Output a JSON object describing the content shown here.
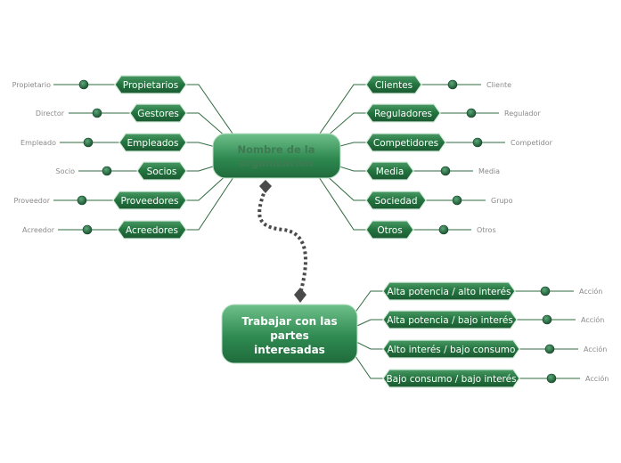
{
  "central_topic": {
    "line1": "Nombre de la",
    "line2": "organización"
  },
  "second_topic": {
    "line1": "Trabajar con las",
    "line2": "partes",
    "line3": "interesadas"
  },
  "left_branches": [
    {
      "label": "Propietarios",
      "leaf": "Propietario"
    },
    {
      "label": "Gestores",
      "leaf": "Director"
    },
    {
      "label": "Empleados",
      "leaf": "Empleado"
    },
    {
      "label": "Socios",
      "leaf": "Socio"
    },
    {
      "label": "Proveedores",
      "leaf": "Proveedor"
    },
    {
      "label": "Acreedores",
      "leaf": "Acreedor"
    }
  ],
  "right_branches": [
    {
      "label": "Clientes",
      "leaf": "Cliente"
    },
    {
      "label": "Reguladores",
      "leaf": "Regulador"
    },
    {
      "label": "Competidores",
      "leaf": "Competidor"
    },
    {
      "label": "Media",
      "leaf": "Media"
    },
    {
      "label": "Sociedad",
      "leaf": "Grupo"
    },
    {
      "label": "Otros",
      "leaf": "Otros"
    }
  ],
  "second_branches": [
    {
      "label": "Alta potencia / alto interés",
      "leaf": "Acción"
    },
    {
      "label": "Alta potencia / bajo interés",
      "leaf": "Acción"
    },
    {
      "label": "Alto interés / bajo consumo",
      "leaf": "Acción"
    },
    {
      "label": "Bajo consumo / bajo interés",
      "leaf": "Acción"
    }
  ],
  "colors": {
    "node_fill": "#1f6b3b",
    "node_border": "#cfe8d6",
    "line": "#2f6a3e",
    "dot": "#1f5a33",
    "leaf_text": "#8a8a8a",
    "center_text": "#3f7a52"
  }
}
